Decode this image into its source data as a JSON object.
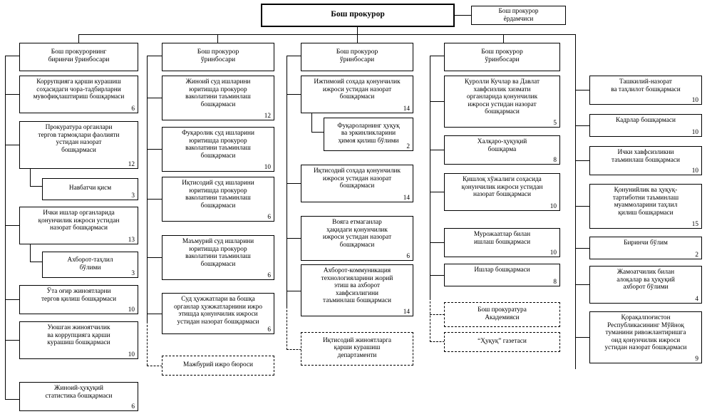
{
  "root": {
    "title": "Бош прокурор",
    "assistant": "Бош прокурор\nёрдамчиси"
  },
  "columns": [
    {
      "id": "col1",
      "header": "Бош прокурорнинг\nбиринчи ўринбосари",
      "items": [
        {
          "label": "Коррупцияга қарши курашиш\nсоҳасидаги чора-тадбирларни\nмувофиқлаштириш бошқармаси",
          "count": "6",
          "sub": false
        },
        {
          "label": "Прокуратура органлари\nтергов тармоқлари фаолияти\nустидан назорат\nбошқармаси",
          "count": "12",
          "sub": false
        },
        {
          "label": "Навбатчи қисм",
          "count": "3",
          "sub": true
        },
        {
          "label": "Ички ишлар органларида\nқонунчилик ижроси устидан\nназорат бошқармаси",
          "count": "13",
          "sub": false
        },
        {
          "label": "Ахборот-таҳлил\nбўлими",
          "count": "3",
          "sub": true
        },
        {
          "label": "Ўта оғир жиноятларни\nтергов қилиш бошқармаси",
          "count": "10",
          "sub": false
        },
        {
          "label": "Уюшган жиноятчилик\nва коррупцияга қарши\nкурашиш бошқармаси",
          "count": "10",
          "sub": false
        },
        {
          "label": "Жиноий-ҳуқуқий\nстатистика бошқармаси",
          "count": "6",
          "sub": false
        }
      ]
    },
    {
      "id": "col2",
      "header": "Бош прокурор\nўринбосари",
      "items": [
        {
          "label": "Жиноий суд ишларини\nюритишда прокурор\nваколатини таъминлаш\nбошқармаси",
          "count": "12",
          "sub": false
        },
        {
          "label": "Фуқаролик суд ишларини\nюритишда прокурор\nваколатини таъминлаш\nбошқармаси",
          "count": "10",
          "sub": false
        },
        {
          "label": "Иқтисодий суд ишларини\nюритишда прокурор\nваколатини таъминлаш\nбошқармаси",
          "count": "6",
          "sub": false
        },
        {
          "label": "Маъмурий суд ишларини\nюритишда прокурор\nваколатини таъминлаш\nбошқармаси",
          "count": "6",
          "sub": false
        },
        {
          "label": "Суд ҳужжатлари ва бошқа\nорганлар ҳужжатларнини ижро\nэтишда қонунчилик ижроси\nустидан назорат бошқармаси",
          "count": "6",
          "sub": false
        },
        {
          "label": "Мажбурий ижро бюроси",
          "count": "",
          "sub": false,
          "dashed": true
        }
      ]
    },
    {
      "id": "col3",
      "header": "Бош прокурор\nўринбосари",
      "items": [
        {
          "label": "Ижтимоий соҳада қонунчилик\nижроси устидан назорат\nбошқармаси",
          "count": "14",
          "sub": false
        },
        {
          "label": "Фуқароларнинг ҳуқуқ\nва эркинликларини\nҳимоя қилиш бўлими",
          "count": "2",
          "sub": true
        },
        {
          "label": "Иқтисодий соҳада қонунчилик\nижроси устидан назорат\nбошқармаси",
          "count": "14",
          "sub": false
        },
        {
          "label": "Вояга етмаганлар\nҳақидаги қонунчилик\nижроси устидан назорат\nбошқармаси",
          "count": "6",
          "sub": false
        },
        {
          "label": "Ахборот-коммуникация\nтехнологияларини жорий\nэтиш ва ахборот\nхавфсизлигини\nтаъминлаш бошқармаси",
          "count": "14",
          "sub": false
        },
        {
          "label": "Иқтисодий жиноятларга\nқарши курашиш\nдепартаменти",
          "count": "",
          "sub": false,
          "dashed": true
        }
      ]
    },
    {
      "id": "col4",
      "header": "Бош прокурор\nўринбосари",
      "items": [
        {
          "label": "Қуролли Кучлар ва Давлат\nхавфсизлик хизмати\nорганларида қонунчилик\nижроси устидан назорат\nбошқармаси",
          "count": "5",
          "sub": false
        },
        {
          "label": "Халқаро-ҳуқуқий\nбошқарма",
          "count": "8",
          "sub": false
        },
        {
          "label": "Қишлоқ хўжалиги соҳасида\nқонунчилик ижроси устидан\nназорат бошқармаси",
          "count": "10",
          "sub": false
        },
        {
          "label": "Мурожаатлар билан\nишлаш бошқармаси",
          "count": "10",
          "sub": false
        },
        {
          "label": "Ишлар бошқармаси",
          "count": "8",
          "sub": false
        },
        {
          "label": "Бош прокуратура\nАкадемияси",
          "count": "",
          "sub": false,
          "dashed": true
        },
        {
          "label": "“Ҳуқуқ” газетаси",
          "count": "",
          "sub": false,
          "dashed": true
        }
      ]
    },
    {
      "id": "col5",
      "header": "",
      "items": [
        {
          "label": "Ташкилий-назорат\nва таҳлилот бошқармаси",
          "count": "10",
          "sub": false
        },
        {
          "label": "Кадрлар бошқармаси",
          "count": "10",
          "sub": false
        },
        {
          "label": "Ички хавфсизликни\nтаъминлаш бошқармаси",
          "count": "10",
          "sub": false
        },
        {
          "label": "Қонунийлик ва ҳуқуқ-\nтартиботни таъминлаш\nмуаммоларини таҳлил\nқилиш бошқармаси",
          "count": "15",
          "sub": false
        },
        {
          "label": "Биринчи бўлим",
          "count": "2",
          "sub": false
        },
        {
          "label": "Жамоатчилик билан\nалоқалар ва ҳуқуқий\nахборот бўлими",
          "count": "4",
          "sub": false
        },
        {
          "label": "Қорақалпоғистон\nРеспубликасининг Мўйноқ\nтуманини ривожлантиришга\nоид қонунчилик ижроси\nустидан назорат бошқармаси",
          "count": "9",
          "sub": false
        }
      ]
    }
  ],
  "colors": {
    "line": "#000000",
    "box_border": "#000000",
    "background": "#ffffff"
  }
}
